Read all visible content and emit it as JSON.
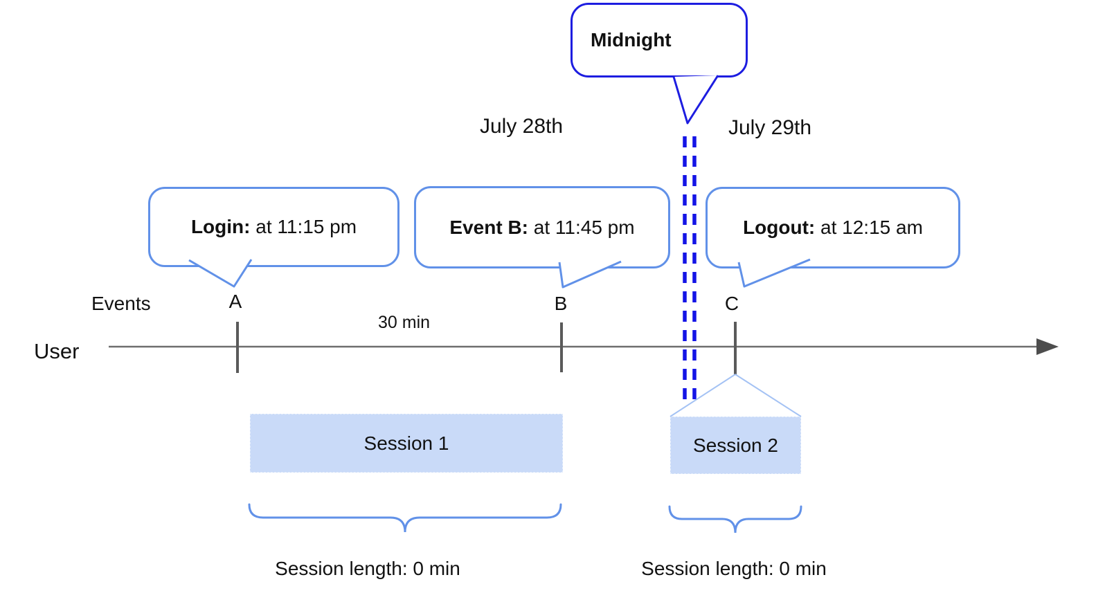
{
  "labels": {
    "midnight": "Midnight",
    "date_left": "July 28th",
    "date_right": "July 29th",
    "events_row": "Events",
    "user_row": "User",
    "interval": "30 min"
  },
  "callouts": {
    "login": {
      "title": "Login:",
      "detail": " at 11:15 pm"
    },
    "event_b": {
      "title": "Event B:",
      "detail": " at 11:45 pm"
    },
    "logout": {
      "title": "Logout:",
      "detail": " at 12:15 am"
    }
  },
  "events": {
    "a": "A",
    "b": "B",
    "c": "C"
  },
  "sessions": {
    "session1": {
      "name": "Session 1",
      "length": "Session length: 0 min"
    },
    "session2": {
      "name": "Session 2",
      "length": "Session length: 0 min"
    }
  },
  "colors": {
    "midnight_bubble_border": "#1d1de0",
    "callout_bubble_border": "#6191e8",
    "midnight_dashed_line": "#1414e6",
    "session_fill": "#c9daf8",
    "session_connector": "#a4c2f4",
    "brace_blue": "#6191e8",
    "axis_gray": "#6e6e6e",
    "tick_gray": "#5a5a5a",
    "text_black": "#111111"
  }
}
